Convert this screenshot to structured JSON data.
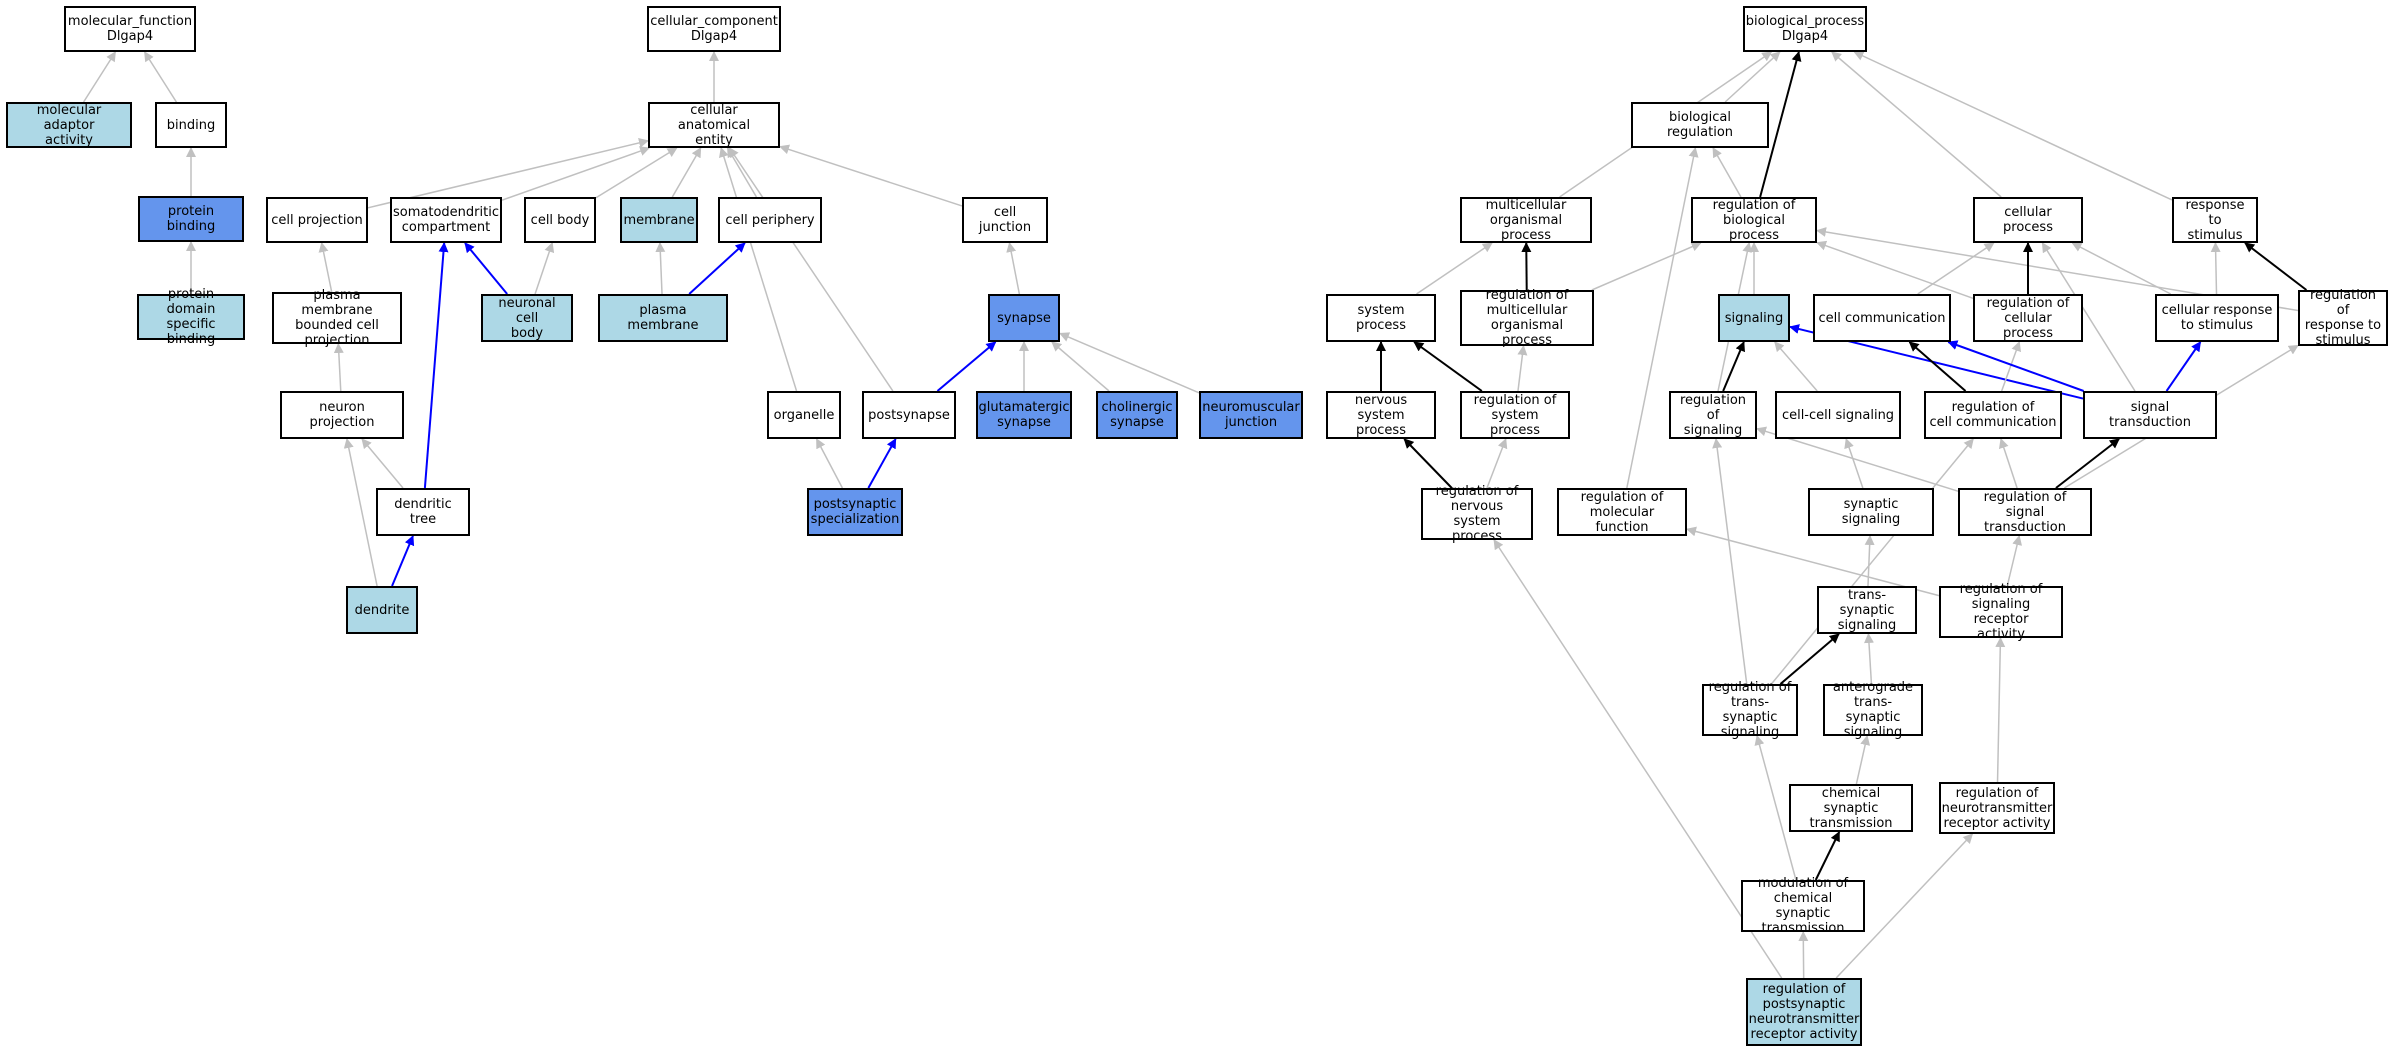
{
  "colors": {
    "default_fill": "#ffffff",
    "light_fill": "#add8e6",
    "strong_fill": "#6495ed",
    "edge_gray": "#c0c0c0",
    "edge_black": "#000000",
    "edge_blue": "#0000ff"
  },
  "nodes": [
    {
      "id": "mf_root",
      "label": "molecular_function\nDlgap4",
      "fill": "white"
    },
    {
      "id": "mol_adaptor",
      "label": "molecular adaptor\nactivity",
      "fill": "light"
    },
    {
      "id": "binding",
      "label": "binding",
      "fill": "white"
    },
    {
      "id": "protein_binding",
      "label": "protein binding",
      "fill": "strong"
    },
    {
      "id": "protein_domain_binding",
      "label": "protein domain\nspecific binding",
      "fill": "light"
    },
    {
      "id": "cc_root",
      "label": "cellular_component\nDlgap4",
      "fill": "white"
    },
    {
      "id": "cell_anat",
      "label": "cellular anatomical\nentity",
      "fill": "white"
    },
    {
      "id": "cell_projection",
      "label": "cell projection",
      "fill": "white"
    },
    {
      "id": "somatodendritic",
      "label": "somatodendritic\ncompartment",
      "fill": "white"
    },
    {
      "id": "cell_body",
      "label": "cell body",
      "fill": "white"
    },
    {
      "id": "membrane",
      "label": "membrane",
      "fill": "light"
    },
    {
      "id": "cell_periphery",
      "label": "cell periphery",
      "fill": "white"
    },
    {
      "id": "cell_junction",
      "label": "cell junction",
      "fill": "white"
    },
    {
      "id": "pm_bounded",
      "label": "plasma membrane\nbounded cell\nprojection",
      "fill": "white"
    },
    {
      "id": "neuronal_cell_body",
      "label": "neuronal cell\nbody",
      "fill": "light"
    },
    {
      "id": "plasma_membrane",
      "label": "plasma membrane",
      "fill": "light"
    },
    {
      "id": "synapse",
      "label": "synapse",
      "fill": "strong"
    },
    {
      "id": "neuron_projection",
      "label": "neuron projection",
      "fill": "white"
    },
    {
      "id": "organelle",
      "label": "organelle",
      "fill": "white"
    },
    {
      "id": "postsynapse",
      "label": "postsynapse",
      "fill": "white"
    },
    {
      "id": "glutamatergic",
      "label": "glutamatergic\nsynapse",
      "fill": "strong"
    },
    {
      "id": "cholinergic",
      "label": "cholinergic\nsynapse",
      "fill": "strong"
    },
    {
      "id": "neuromuscular",
      "label": "neuromuscular\njunction",
      "fill": "strong"
    },
    {
      "id": "dendritic_tree",
      "label": "dendritic tree",
      "fill": "white"
    },
    {
      "id": "postsyn_spec",
      "label": "postsynaptic\nspecialization",
      "fill": "strong"
    },
    {
      "id": "dendrite",
      "label": "dendrite",
      "fill": "light"
    },
    {
      "id": "bp_root",
      "label": "biological_process\nDlgap4",
      "fill": "white"
    },
    {
      "id": "bio_reg",
      "label": "biological regulation",
      "fill": "white"
    },
    {
      "id": "multicell",
      "label": "multicellular\norganismal process",
      "fill": "white"
    },
    {
      "id": "reg_bio",
      "label": "regulation of\nbiological process",
      "fill": "white"
    },
    {
      "id": "cellular_process",
      "label": "cellular process",
      "fill": "white"
    },
    {
      "id": "resp_stim",
      "label": "response to\nstimulus",
      "fill": "white"
    },
    {
      "id": "system_process",
      "label": "system process",
      "fill": "white"
    },
    {
      "id": "reg_multicell",
      "label": "regulation of\nmulticellular\norganismal process",
      "fill": "white"
    },
    {
      "id": "signaling",
      "label": "signaling",
      "fill": "light"
    },
    {
      "id": "cell_comm",
      "label": "cell communication",
      "fill": "white"
    },
    {
      "id": "reg_cell_proc",
      "label": "regulation of\ncellular process",
      "fill": "white"
    },
    {
      "id": "cell_resp_stim",
      "label": "cellular response\nto stimulus",
      "fill": "white"
    },
    {
      "id": "reg_resp_stim",
      "label": "regulation of\nresponse to\nstimulus",
      "fill": "white"
    },
    {
      "id": "nervous_sys",
      "label": "nervous system\nprocess",
      "fill": "white"
    },
    {
      "id": "reg_sys_proc",
      "label": "regulation of\nsystem process",
      "fill": "white"
    },
    {
      "id": "reg_signaling",
      "label": "regulation of\nsignaling",
      "fill": "white"
    },
    {
      "id": "cell_cell_sig",
      "label": "cell-cell signaling",
      "fill": "white"
    },
    {
      "id": "reg_cell_comm",
      "label": "regulation of\ncell communication",
      "fill": "white"
    },
    {
      "id": "signal_trans",
      "label": "signal transduction",
      "fill": "white"
    },
    {
      "id": "reg_nervous",
      "label": "regulation of\nnervous system\nprocess",
      "fill": "white"
    },
    {
      "id": "reg_mol_func",
      "label": "regulation of\nmolecular function",
      "fill": "white"
    },
    {
      "id": "syn_sig",
      "label": "synaptic signaling",
      "fill": "white"
    },
    {
      "id": "reg_sig_trans",
      "label": "regulation of\nsignal transduction",
      "fill": "white"
    },
    {
      "id": "trans_syn",
      "label": "trans-synaptic\nsignaling",
      "fill": "white"
    },
    {
      "id": "reg_sig_recep",
      "label": "regulation of\nsignaling receptor\nactivity",
      "fill": "white"
    },
    {
      "id": "reg_trans_syn",
      "label": "regulation of\ntrans-synaptic\nsignaling",
      "fill": "white"
    },
    {
      "id": "antero",
      "label": "anterograde\ntrans-synaptic\nsignaling",
      "fill": "white"
    },
    {
      "id": "chem_syn",
      "label": "chemical synaptic\ntransmission",
      "fill": "white"
    },
    {
      "id": "reg_neurotrans",
      "label": "regulation of\nneurotransmitter\nreceptor activity",
      "fill": "white"
    },
    {
      "id": "mod_chem",
      "label": "modulation of\nchemical synaptic\ntransmission",
      "fill": "white"
    },
    {
      "id": "reg_postsyn",
      "label": "regulation of\npostsynaptic\nneurotransmitter\nreceptor activity",
      "fill": "light"
    }
  ],
  "edges": [
    {
      "from": "mol_adaptor",
      "to": "mf_root",
      "color": "gray"
    },
    {
      "from": "binding",
      "to": "mf_root",
      "color": "gray"
    },
    {
      "from": "protein_binding",
      "to": "binding",
      "color": "gray"
    },
    {
      "from": "protein_domain_binding",
      "to": "protein_binding",
      "color": "gray"
    },
    {
      "from": "cell_anat",
      "to": "cc_root",
      "color": "gray"
    },
    {
      "from": "cell_projection",
      "to": "cell_anat",
      "color": "gray"
    },
    {
      "from": "somatodendritic",
      "to": "cell_anat",
      "color": "gray"
    },
    {
      "from": "cell_body",
      "to": "cell_anat",
      "color": "gray"
    },
    {
      "from": "membrane",
      "to": "cell_anat",
      "color": "gray"
    },
    {
      "from": "cell_periphery",
      "to": "cell_anat",
      "color": "gray"
    },
    {
      "from": "cell_junction",
      "to": "cell_anat",
      "color": "gray"
    },
    {
      "from": "organelle",
      "to": "cell_anat",
      "color": "gray"
    },
    {
      "from": "postsynapse",
      "to": "cell_anat",
      "color": "gray"
    },
    {
      "from": "pm_bounded",
      "to": "cell_projection",
      "color": "gray"
    },
    {
      "from": "neuronal_cell_body",
      "to": "somatodendritic",
      "color": "blue"
    },
    {
      "from": "neuronal_cell_body",
      "to": "cell_body",
      "color": "gray"
    },
    {
      "from": "plasma_membrane",
      "to": "membrane",
      "color": "gray"
    },
    {
      "from": "plasma_membrane",
      "to": "cell_periphery",
      "color": "blue"
    },
    {
      "from": "synapse",
      "to": "cell_junction",
      "color": "gray"
    },
    {
      "from": "neuron_projection",
      "to": "pm_bounded",
      "color": "gray"
    },
    {
      "from": "postsynapse",
      "to": "synapse",
      "color": "blue"
    },
    {
      "from": "glutamatergic",
      "to": "synapse",
      "color": "gray"
    },
    {
      "from": "cholinergic",
      "to": "synapse",
      "color": "gray"
    },
    {
      "from": "neuromuscular",
      "to": "synapse",
      "color": "gray"
    },
    {
      "from": "dendritic_tree",
      "to": "somatodendritic",
      "color": "blue"
    },
    {
      "from": "dendritic_tree",
      "to": "neuron_projection",
      "color": "gray"
    },
    {
      "from": "postsyn_spec",
      "to": "organelle",
      "color": "gray"
    },
    {
      "from": "postsyn_spec",
      "to": "postsynapse",
      "color": "blue"
    },
    {
      "from": "dendrite",
      "to": "dendritic_tree",
      "color": "blue"
    },
    {
      "from": "dendrite",
      "to": "neuron_projection",
      "color": "gray"
    },
    {
      "from": "bio_reg",
      "to": "bp_root",
      "color": "gray"
    },
    {
      "from": "multicell",
      "to": "bp_root",
      "color": "gray"
    },
    {
      "from": "reg_bio",
      "to": "bp_root",
      "color": "black"
    },
    {
      "from": "cellular_process",
      "to": "bp_root",
      "color": "gray"
    },
    {
      "from": "resp_stim",
      "to": "bp_root",
      "color": "gray"
    },
    {
      "from": "reg_bio",
      "to": "bio_reg",
      "color": "gray"
    },
    {
      "from": "system_process",
      "to": "multicell",
      "color": "gray"
    },
    {
      "from": "reg_multicell",
      "to": "multicell",
      "color": "black"
    },
    {
      "from": "reg_multicell",
      "to": "reg_bio",
      "color": "gray"
    },
    {
      "from": "signaling",
      "to": "reg_bio",
      "color": "gray"
    },
    {
      "from": "reg_cell_proc",
      "to": "reg_bio",
      "color": "gray"
    },
    {
      "from": "reg_resp_stim",
      "to": "reg_bio",
      "color": "gray"
    },
    {
      "from": "reg_signaling",
      "to": "reg_bio",
      "color": "gray"
    },
    {
      "from": "reg_mol_func",
      "to": "bio_reg",
      "color": "gray"
    },
    {
      "from": "cell_comm",
      "to": "cellular_process",
      "color": "gray"
    },
    {
      "from": "reg_cell_proc",
      "to": "cellular_process",
      "color": "black"
    },
    {
      "from": "cell_resp_stim",
      "to": "cellular_process",
      "color": "gray"
    },
    {
      "from": "signal_trans",
      "to": "cellular_process",
      "color": "gray"
    },
    {
      "from": "cell_resp_stim",
      "to": "resp_stim",
      "color": "gray"
    },
    {
      "from": "reg_resp_stim",
      "to": "resp_stim",
      "color": "black"
    },
    {
      "from": "nervous_sys",
      "to": "system_process",
      "color": "black"
    },
    {
      "from": "reg_sys_proc",
      "to": "reg_multicell",
      "color": "gray"
    },
    {
      "from": "reg_sys_proc",
      "to": "system_process",
      "color": "black"
    },
    {
      "from": "reg_signaling",
      "to": "signaling",
      "color": "black"
    },
    {
      "from": "cell_cell_sig",
      "to": "signaling",
      "color": "gray"
    },
    {
      "from": "signal_trans",
      "to": "signaling",
      "color": "blue"
    },
    {
      "from": "reg_cell_comm",
      "to": "cell_comm",
      "color": "black"
    },
    {
      "from": "reg_cell_comm",
      "to": "reg_cell_proc",
      "color": "gray"
    },
    {
      "from": "signal_trans",
      "to": "cell_comm",
      "color": "blue"
    },
    {
      "from": "signal_trans",
      "to": "cell_resp_stim",
      "color": "blue"
    },
    {
      "from": "reg_nervous",
      "to": "nervous_sys",
      "color": "black"
    },
    {
      "from": "reg_nervous",
      "to": "reg_sys_proc",
      "color": "gray"
    },
    {
      "from": "reg_sig_trans",
      "to": "reg_signaling",
      "color": "gray"
    },
    {
      "from": "reg_sig_trans",
      "to": "reg_cell_comm",
      "color": "gray"
    },
    {
      "from": "reg_sig_trans",
      "to": "signal_trans",
      "color": "black"
    },
    {
      "from": "reg_sig_trans",
      "to": "reg_resp_stim",
      "color": "gray"
    },
    {
      "from": "syn_sig",
      "to": "cell_cell_sig",
      "color": "gray"
    },
    {
      "from": "trans_syn",
      "to": "syn_sig",
      "color": "gray"
    },
    {
      "from": "reg_sig_recep",
      "to": "reg_mol_func",
      "color": "gray"
    },
    {
      "from": "reg_sig_recep",
      "to": "reg_sig_trans",
      "color": "gray"
    },
    {
      "from": "reg_trans_syn",
      "to": "trans_syn",
      "color": "black"
    },
    {
      "from": "reg_trans_syn",
      "to": "reg_signaling",
      "color": "gray"
    },
    {
      "from": "reg_trans_syn",
      "to": "reg_cell_comm",
      "color": "gray"
    },
    {
      "from": "antero",
      "to": "trans_syn",
      "color": "gray"
    },
    {
      "from": "chem_syn",
      "to": "antero",
      "color": "gray"
    },
    {
      "from": "reg_neurotrans",
      "to": "reg_sig_recep",
      "color": "gray"
    },
    {
      "from": "mod_chem",
      "to": "chem_syn",
      "color": "black"
    },
    {
      "from": "mod_chem",
      "to": "reg_trans_syn",
      "color": "gray"
    },
    {
      "from": "reg_postsyn",
      "to": "mod_chem",
      "color": "gray"
    },
    {
      "from": "reg_postsyn",
      "to": "reg_neurotrans",
      "color": "gray"
    },
    {
      "from": "reg_postsyn",
      "to": "reg_nervous",
      "color": "gray"
    }
  ]
}
